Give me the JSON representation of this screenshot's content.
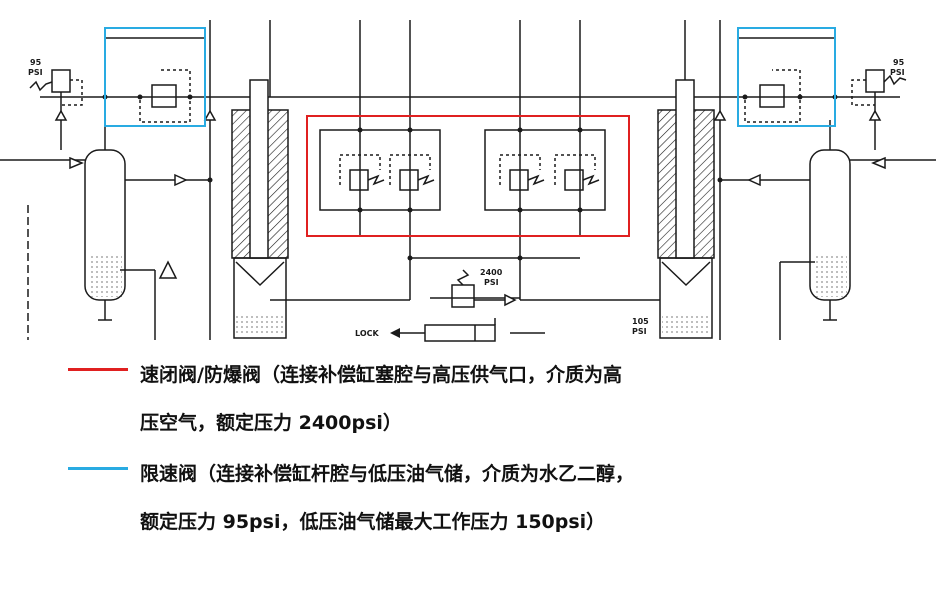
{
  "colors": {
    "red": "#e02020",
    "blue": "#29abe2",
    "ink": "#1a1a1a"
  },
  "diagram": {
    "left_relief_pressure": [
      "95",
      "PSI"
    ],
    "right_relief_pressure": [
      "95",
      "PSI"
    ],
    "center_regulator_pressure": [
      "2400",
      "PSI"
    ],
    "lock_label": "LOCK",
    "bottom_right_label": [
      "105",
      "PSI"
    ]
  },
  "legend": {
    "red_line1": "速闭阀/防爆阀（连接补偿缸塞腔与高压供气口，介质为高",
    "red_line2": "压空气，额定压力 2400psi）",
    "blue_line1": "限速阀（连接补偿缸杆腔与低压油气储，介质为水乙二醇，",
    "blue_line2": "额定压力 95psi，低压油气储最大工作压力 150psi）"
  }
}
